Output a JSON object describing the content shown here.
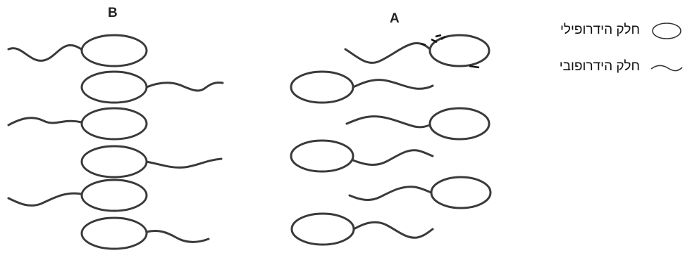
{
  "labels": {
    "structure_b": "B",
    "structure_a": "A"
  },
  "legend": {
    "hydrophilic": "חלק הידרופילי",
    "hydrophobic": "חלק הידרופובי"
  },
  "colors": {
    "stroke": "#3a3a3a",
    "background": "#ffffff"
  },
  "icons": [
    "lipid-head-icon",
    "lipid-tail-icon"
  ]
}
